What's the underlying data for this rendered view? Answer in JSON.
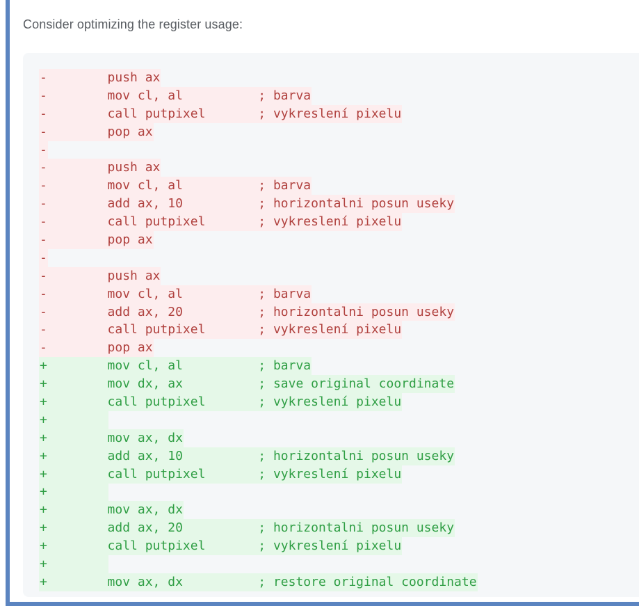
{
  "header": {
    "title": "Consider optimizing the register usage:"
  },
  "colors": {
    "accent_blue": "#5b84c0",
    "code_bg": "#f5f7f9",
    "del_text": "#b0413e",
    "del_bg": "#fdedee",
    "add_text": "#2f9e44",
    "add_bg": "#e5f8e8"
  },
  "diff": {
    "language": "assembly",
    "lines": [
      {
        "type": "del",
        "text": "-        push ax"
      },
      {
        "type": "del",
        "text": "-        mov cl, al          ; barva"
      },
      {
        "type": "del",
        "text": "-        call putpixel       ; vykreslení pixelu"
      },
      {
        "type": "del",
        "text": "-        pop ax"
      },
      {
        "type": "del",
        "text": "-"
      },
      {
        "type": "del",
        "text": "-        push ax"
      },
      {
        "type": "del",
        "text": "-        mov cl, al          ; barva"
      },
      {
        "type": "del",
        "text": "-        add ax, 10          ; horizontalni posun useky"
      },
      {
        "type": "del",
        "text": "-        call putpixel       ; vykreslení pixelu"
      },
      {
        "type": "del",
        "text": "-        pop ax"
      },
      {
        "type": "del",
        "text": "-"
      },
      {
        "type": "del",
        "text": "-        push ax"
      },
      {
        "type": "del",
        "text": "-        mov cl, al          ; barva"
      },
      {
        "type": "del",
        "text": "-        add ax, 20          ; horizontalni posun useky"
      },
      {
        "type": "del",
        "text": "-        call putpixel       ; vykreslení pixelu"
      },
      {
        "type": "del",
        "text": "-        pop ax"
      },
      {
        "type": "add",
        "text": "+        mov cl, al          ; barva"
      },
      {
        "type": "add",
        "text": "+        mov dx, ax          ; save original coordinate"
      },
      {
        "type": "add",
        "text": "+        call putpixel       ; vykreslení pixelu"
      },
      {
        "type": "add",
        "text": "+        "
      },
      {
        "type": "add",
        "text": "+        mov ax, dx"
      },
      {
        "type": "add",
        "text": "+        add ax, 10          ; horizontalni posun useky"
      },
      {
        "type": "add",
        "text": "+        call putpixel       ; vykreslení pixelu"
      },
      {
        "type": "add",
        "text": "+        "
      },
      {
        "type": "add",
        "text": "+        mov ax, dx"
      },
      {
        "type": "add",
        "text": "+        add ax, 20          ; horizontalni posun useky"
      },
      {
        "type": "add",
        "text": "+        call putpixel       ; vykreslení pixelu"
      },
      {
        "type": "add",
        "text": "+        "
      },
      {
        "type": "add",
        "text": "+        mov ax, dx          ; restore original coordinate"
      }
    ]
  }
}
